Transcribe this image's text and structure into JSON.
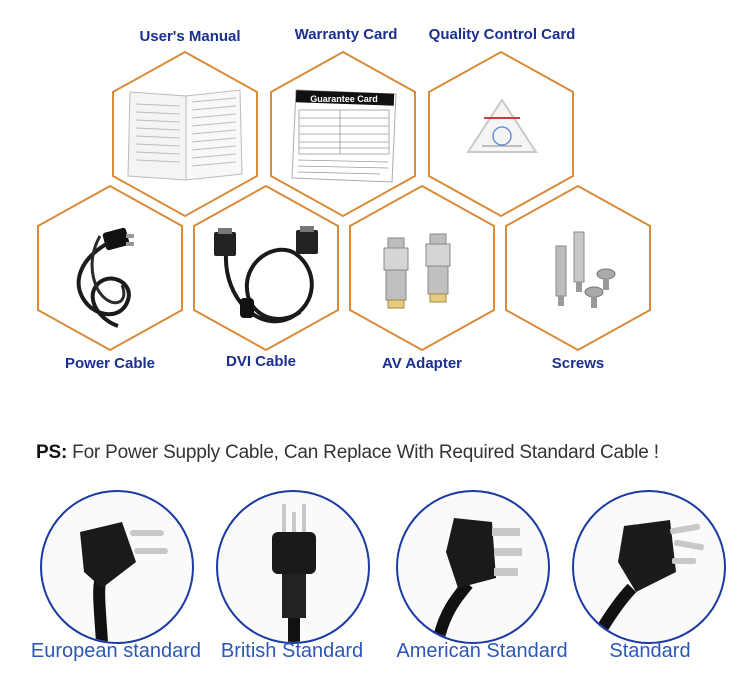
{
  "items": [
    {
      "label": "User's Manual",
      "icon": "manual-icon"
    },
    {
      "label": "Warranty Card",
      "icon": "warranty-card-icon"
    },
    {
      "label": "Quality Control Card",
      "icon": "qc-sticker-icon"
    },
    {
      "label": "Power Cable",
      "icon": "power-cable-icon"
    },
    {
      "label": "DVI  Cable",
      "icon": "dvi-cable-icon"
    },
    {
      "label": "AV Adapter",
      "icon": "av-adapter-icon"
    },
    {
      "label": "Screws",
      "icon": "screws-icon"
    }
  ],
  "warranty": {
    "title": "Guarantee Card"
  },
  "ps": {
    "prefix": "PS:",
    "text": " For Power Supply Cable, Can Replace With Required Standard Cable !"
  },
  "plugs": [
    {
      "label": "European standard",
      "icon": "european-plug-icon"
    },
    {
      "label": "British Standard",
      "icon": "british-plug-icon"
    },
    {
      "label": "American Standard",
      "icon": "american-plug-icon"
    },
    {
      "label": "Standard",
      "icon": "standard-plug-icon"
    }
  ],
  "colors": {
    "hex_border": "#d98b3a",
    "label": "#1a2f8f",
    "circle_border": "#1b3aa3",
    "plug_label": "#2c57b8"
  }
}
